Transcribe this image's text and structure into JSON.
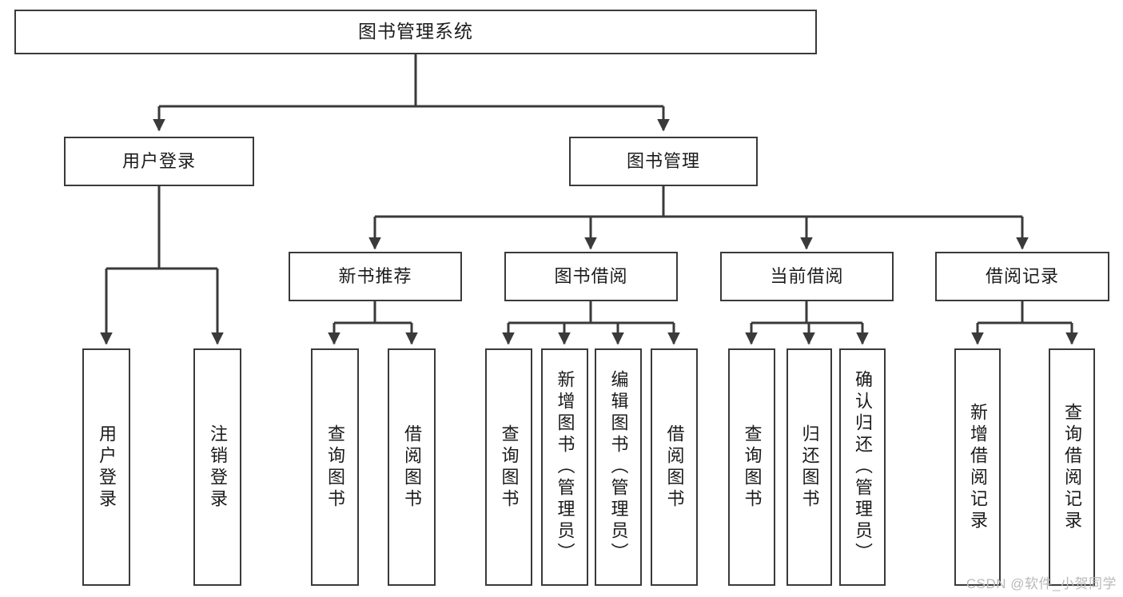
{
  "diagram": {
    "title": "图书管理系统",
    "type": "tree-hierarchy",
    "root": {
      "label": "图书管理系统"
    },
    "level2": [
      {
        "label": "用户登录"
      },
      {
        "label": "图书管理"
      }
    ],
    "level3": [
      {
        "label": "新书推荐"
      },
      {
        "label": "图书借阅"
      },
      {
        "label": "当前借阅"
      },
      {
        "label": "借阅记录"
      }
    ],
    "leaves": {
      "user_login": [
        {
          "label": "用户登录"
        },
        {
          "label": "注销登录"
        }
      ],
      "new_book_recommend": [
        {
          "label": "查询图书"
        },
        {
          "label": "借阅图书"
        }
      ],
      "book_borrow": [
        {
          "label": "查询图书"
        },
        {
          "label": "新增图书（管理员）"
        },
        {
          "label": "编辑图书（管理员）"
        },
        {
          "label": "借阅图书"
        }
      ],
      "current_borrow": [
        {
          "label": "查询图书"
        },
        {
          "label": "归还图书"
        },
        {
          "label": "确认归还（管理员）"
        }
      ],
      "borrow_records": [
        {
          "label": "新增借阅记录"
        },
        {
          "label": "查询借阅记录"
        }
      ]
    }
  },
  "watermark": {
    "text": "CSDN @软件_小贺同学"
  },
  "colors": {
    "stroke": "#3a3a3a",
    "text": "#1b1b1b",
    "background": "#ffffff",
    "watermark": "#b9b9b9"
  }
}
